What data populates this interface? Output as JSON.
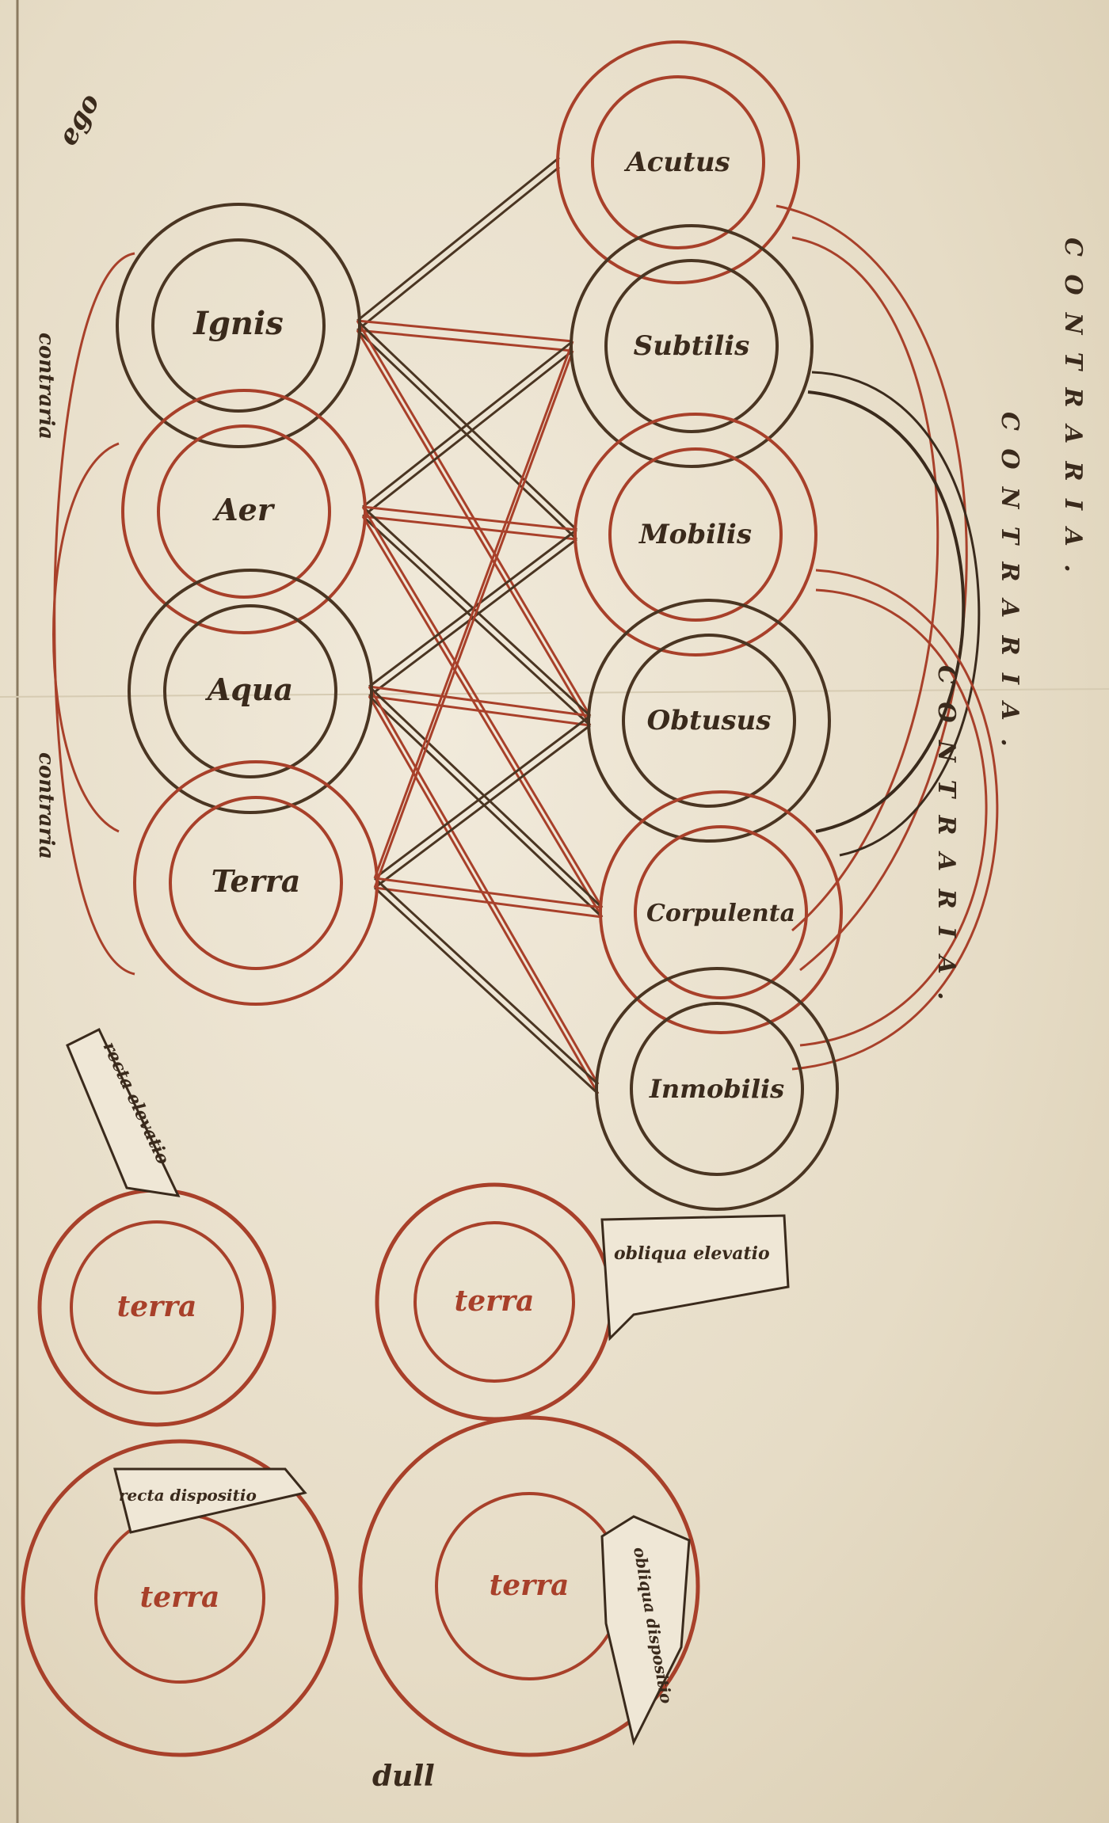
{
  "elements": [
    {
      "label": "Ignis"
    },
    {
      "label": "Aer"
    },
    {
      "label": "Aqua"
    },
    {
      "label": "Terra"
    }
  ],
  "qualities": [
    {
      "label": "Acutus"
    },
    {
      "label": "Subtilis"
    },
    {
      "label": "Mobilis"
    },
    {
      "label": "Obtusus"
    },
    {
      "label": "Corpulenta"
    },
    {
      "label": "Inmobilis"
    }
  ],
  "connections": [
    [
      0,
      0
    ],
    [
      0,
      1
    ],
    [
      0,
      2
    ],
    [
      0,
      3
    ],
    [
      1,
      1
    ],
    [
      1,
      2
    ],
    [
      1,
      3
    ],
    [
      1,
      4
    ],
    [
      2,
      2
    ],
    [
      2,
      3
    ],
    [
      2,
      4
    ],
    [
      2,
      5
    ],
    [
      3,
      3
    ],
    [
      3,
      4
    ],
    [
      3,
      5
    ],
    [
      3,
      1
    ]
  ],
  "contraria_arcs": [
    {
      "label": "C O N T R A R I A ."
    },
    {
      "label": "C O N T R A R I A ."
    },
    {
      "label": "C O N T R A R I A ."
    }
  ],
  "margin_notes": {
    "top_left": "ego",
    "left_1": "contraria",
    "left_2": "contraria",
    "bottom": "dull"
  },
  "terra_diagrams": [
    {
      "label": "terra",
      "tag": "recta elevatio"
    },
    {
      "label": "terra",
      "tag": "obliqua elevatio"
    },
    {
      "label": "terra",
      "tag": "recta dispositio"
    },
    {
      "label": "terra",
      "tag": "obliqua dispositio"
    }
  ],
  "colors": {
    "ink_brown": "#3a2a1c",
    "ink_red": "#a8402a",
    "parchment": "#ebe3d0"
  }
}
